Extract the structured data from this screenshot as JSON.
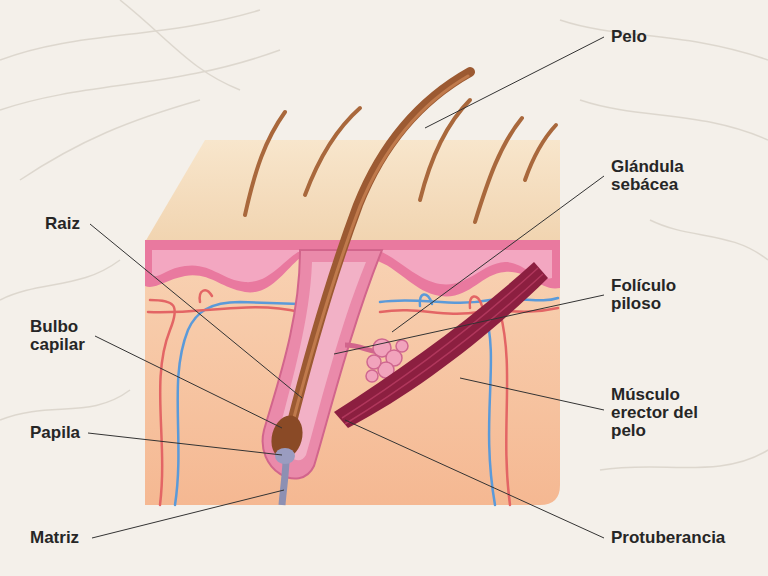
{
  "diagram": {
    "labels": [
      "Pelo",
      "Glándula sebácea",
      "Raiz",
      "Folículo piloso",
      "Bulbo capilar",
      "Músculo erector del pelo",
      "Papila",
      "Matriz",
      "Protuberancia"
    ]
  }
}
